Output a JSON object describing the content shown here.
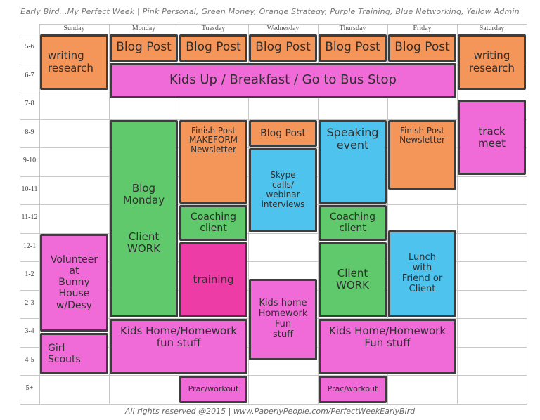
{
  "page": {
    "title": "Early Bird...My Perfect Week | Pink Personal, Green Money, Orange Strategy, Purple Training, Blue Networking, Yellow Admin",
    "footer": "All rights reserved @2015 | www.PaperlyPeople.com/PerfectWeekEarlyBird"
  },
  "colors": {
    "orange": "#F4955A",
    "pink": "#F06BD8",
    "green": "#5FC96B",
    "blue": "#4DC3EE",
    "magenta": "#EE3CA6"
  },
  "days": [
    "Sunday",
    "Monday",
    "Tuesday",
    "Wednesday",
    "Thursday",
    "Friday",
    "Saturday"
  ],
  "hours": [
    "5-6",
    "6-7",
    "7-8",
    "8-9",
    "9-10",
    "10-11",
    "11-12",
    "12-1",
    "1-2",
    "2-3",
    "3-4",
    "4-5",
    "5+"
  ],
  "events": [
    {
      "label": "writing\nresearch",
      "day": 0,
      "start": 0,
      "end": 2,
      "color": "orange",
      "size": 15,
      "align": "left"
    },
    {
      "label": "Blog Post",
      "day": 1,
      "start": 0,
      "end": 1,
      "color": "orange",
      "size": 17
    },
    {
      "label": "Blog Post",
      "day": 2,
      "start": 0,
      "end": 1,
      "color": "orange",
      "size": 17
    },
    {
      "label": "Blog Post",
      "day": 3,
      "start": 0,
      "end": 1,
      "color": "orange",
      "size": 17
    },
    {
      "label": "Blog Post",
      "day": 4,
      "start": 0,
      "end": 1,
      "color": "orange",
      "size": 17
    },
    {
      "label": "Blog Post",
      "day": 5,
      "start": 0,
      "end": 1,
      "color": "orange",
      "size": 17
    },
    {
      "label": "writing\nresearch",
      "day": 6,
      "start": 0,
      "end": 2,
      "color": "orange",
      "size": 15
    },
    {
      "label": "Kids Up / Breakfast / Go to Bus Stop",
      "day": 1,
      "span": 5,
      "start": 1,
      "end": 2.3,
      "color": "pink",
      "size": 18
    },
    {
      "label": "Blog\nMonday\n\n\nClient\nWORK",
      "day": 1,
      "start": 3,
      "end": 10,
      "color": "green",
      "size": 15
    },
    {
      "label": "Finish Post\nMAKEFORM\nNewsletter",
      "day": 2,
      "start": 3,
      "end": 6,
      "color": "orange",
      "size": 12,
      "valign": "top"
    },
    {
      "label": "Blog Post",
      "day": 3,
      "start": 3,
      "end": 4,
      "color": "orange",
      "size": 14
    },
    {
      "label": "Speaking\nevent",
      "day": 4,
      "start": 3,
      "end": 6,
      "color": "blue",
      "size": 16,
      "valign": "top"
    },
    {
      "label": "Finish Post\nNewsletter",
      "day": 5,
      "start": 3,
      "end": 5.5,
      "color": "orange",
      "size": 12,
      "valign": "top"
    },
    {
      "label": "track\nmeet",
      "day": 6,
      "start": 2.3,
      "end": 5,
      "color": "pink",
      "size": 15
    },
    {
      "label": "Skype\ncalls/\nwebinar\ninterviews",
      "day": 3,
      "start": 4,
      "end": 7,
      "color": "blue",
      "size": 12
    },
    {
      "label": "Coaching\nclient",
      "day": 2,
      "start": 6,
      "end": 7.3,
      "color": "green",
      "size": 14
    },
    {
      "label": "Coaching\nclient",
      "day": 4,
      "start": 6,
      "end": 7.3,
      "color": "green",
      "size": 14
    },
    {
      "label": "Volunteer\nat\nBunny\nHouse\nw/Desy",
      "day": 0,
      "start": 7,
      "end": 10.5,
      "color": "pink",
      "size": 14
    },
    {
      "label": "training",
      "day": 2,
      "start": 7.3,
      "end": 10,
      "color": "magenta",
      "size": 15
    },
    {
      "label": "Client\nWORK",
      "day": 4,
      "start": 7.3,
      "end": 10,
      "color": "green",
      "size": 15
    },
    {
      "label": "Lunch\nwith\nFriend or\nClient",
      "day": 5,
      "start": 6.9,
      "end": 10,
      "color": "blue",
      "size": 13
    },
    {
      "label": "Kids home\nHomework\nFun\nstuff",
      "day": 3,
      "start": 8.6,
      "end": 11.5,
      "color": "pink",
      "size": 13
    },
    {
      "label": "Kids Home/Homework\nfun stuff",
      "day": 1,
      "span": 2,
      "start": 10,
      "end": 12,
      "color": "pink",
      "size": 15,
      "valign": "top"
    },
    {
      "label": "Kids Home/Homework\nFun stuff",
      "day": 4,
      "span": 2,
      "start": 10,
      "end": 12,
      "color": "pink",
      "size": 15,
      "valign": "top"
    },
    {
      "label": "Girl\nScouts",
      "day": 0,
      "start": 10.5,
      "end": 12,
      "color": "pink",
      "size": 14,
      "align": "left"
    },
    {
      "label": "Prac/workout",
      "day": 2,
      "start": 12,
      "end": 13,
      "color": "pink",
      "size": 11
    },
    {
      "label": "Prac/workout",
      "day": 4,
      "start": 12,
      "end": 13,
      "color": "pink",
      "size": 11
    }
  ]
}
